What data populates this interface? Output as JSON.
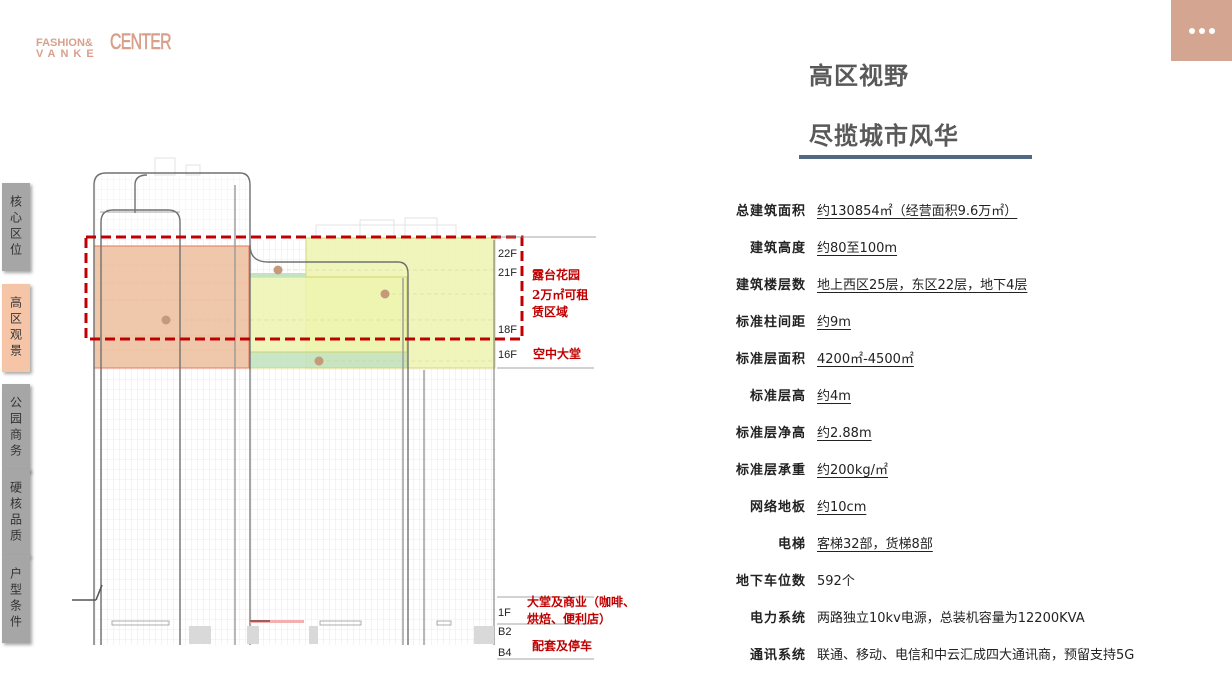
{
  "logo": {
    "line1": "FASHION&",
    "line2": "VANKE",
    "word": "CENTER"
  },
  "menu": {
    "icon": "more-dots-icon"
  },
  "sidebar": {
    "items": [
      {
        "label": "核心区位",
        "active": false
      },
      {
        "label": "高区观景",
        "active": true
      },
      {
        "label": "公园商务",
        "active": false
      },
      {
        "label": "硬核品质",
        "active": false
      },
      {
        "label": "户型条件",
        "active": false
      }
    ]
  },
  "header": {
    "title": "高区视野",
    "subtitle": "尽揽城市风华"
  },
  "specs": [
    {
      "label": "总建筑面积",
      "value": "约130854㎡（经营面积9.6万㎡）",
      "underlined": true
    },
    {
      "label": "建筑高度",
      "value": "约80至100m",
      "underlined": true
    },
    {
      "label": "建筑楼层数",
      "value": "地上西区25层，东区22层，地下4层",
      "underlined": true
    },
    {
      "label": "标准柱间距",
      "value": "约9m",
      "underlined": true
    },
    {
      "label": "标准层面积",
      "value": "4200㎡-4500㎡",
      "underlined": true
    },
    {
      "label": "标准层高",
      "value": "约4m",
      "underlined": true
    },
    {
      "label": "标准层净高",
      "value": "约2.88m",
      "underlined": true
    },
    {
      "label": "标准层承重",
      "value": "约200kg/㎡",
      "underlined": true
    },
    {
      "label": "网络地板",
      "value": "约10cm",
      "underlined": true
    },
    {
      "label": "电梯",
      "value": "客梯32部，货梯8部",
      "underlined": true
    },
    {
      "label": "地下车位数",
      "value": "592个",
      "underlined": false
    },
    {
      "label": "电力系统",
      "value": "两路独立10kv电源，总装机容量为12200KVA",
      "underlined": false
    },
    {
      "label": "通讯系统",
      "value": "联通、移动、电信和中云汇成四大通讯商，预留支持5G",
      "underlined": false
    }
  ],
  "drawing": {
    "floors": {
      "f22": "22F",
      "f21": "21F",
      "f18": "18F",
      "f16": "16F",
      "f1": "1F",
      "b2": "B2",
      "b4": "B4"
    },
    "annotations": {
      "terrace_line1": "露台花园",
      "terrace_line2": "2万㎡可租",
      "terrace_line3": "赁区域",
      "sky_lobby": "空中大堂",
      "lobby_line1": "大堂及商业（咖啡、",
      "lobby_line2": "烘焙、便利店）",
      "parking": "配套及停车"
    },
    "colors": {
      "west_zone": "#eec3a4",
      "east_zone": "#eef5b0",
      "sky_lobby": "#c4e4c0",
      "highlight_dash": "#c00000",
      "marker": "#c49a7a"
    }
  }
}
